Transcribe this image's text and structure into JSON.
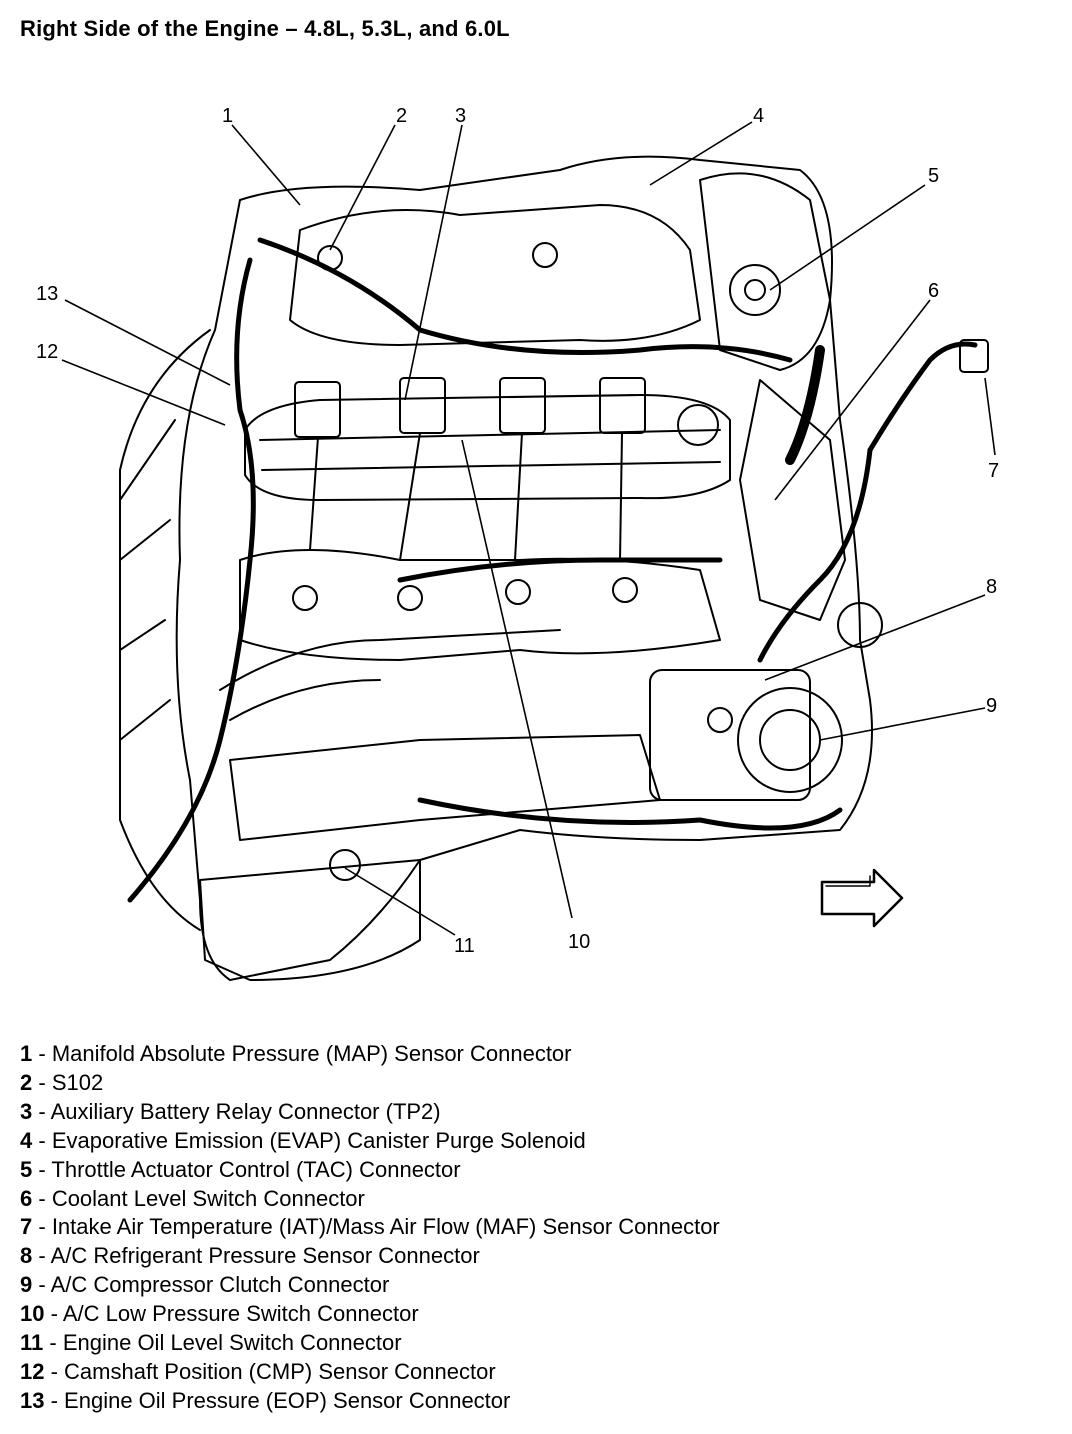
{
  "title": "Right Side of the Engine – 4.8L, 5.3L, and 6.0L",
  "callouts": [
    "1",
    "2",
    "3",
    "4",
    "5",
    "6",
    "7",
    "8",
    "9",
    "10",
    "11",
    "12",
    "13"
  ],
  "legend": [
    {
      "num": "1",
      "sep": " - ",
      "label": "Manifold Absolute Pressure (MAP) Sensor Connector"
    },
    {
      "num": "2",
      "sep": " - ",
      "label": "S102"
    },
    {
      "num": "3",
      "sep": " - ",
      "label": "Auxiliary Battery Relay Connector (TP2)"
    },
    {
      "num": "4",
      "sep": " - ",
      "label": "Evaporative Emission (EVAP) Canister Purge Solenoid"
    },
    {
      "num": "5",
      "sep": " - ",
      "label": "Throttle Actuator Control (TAC) Connector"
    },
    {
      "num": "6",
      "sep": " - ",
      "label": "Coolant Level Switch Connector"
    },
    {
      "num": "7",
      "sep": " - ",
      "label": "Intake Air Temperature (IAT)/Mass Air Flow (MAF) Sensor Connector"
    },
    {
      "num": "8",
      "sep": " - ",
      "label": "A/C Refrigerant Pressure Sensor Connector"
    },
    {
      "num": "9",
      "sep": " - ",
      "label": "A/C Compressor Clutch Connector"
    },
    {
      "num": "10",
      "sep": " - ",
      "label": "A/C Low Pressure Switch Connector"
    },
    {
      "num": "11",
      "sep": " - ",
      "label": "Engine Oil Level Switch Connector"
    },
    {
      "num": "12",
      "sep": " - ",
      "label": "Camshaft Position (CMP) Sensor Connector"
    },
    {
      "num": "13",
      "sep": " - ",
      "label": "Engine Oil Pressure (EOP) Sensor Connector"
    }
  ],
  "colors": {
    "ink": "#000000",
    "paper": "#ffffff"
  }
}
